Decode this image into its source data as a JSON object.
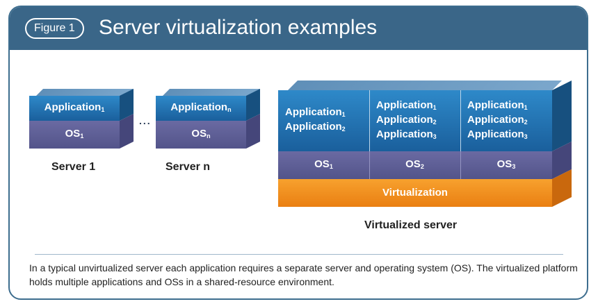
{
  "header": {
    "badge": "Figure 1",
    "title": "Server virtualization examples"
  },
  "server1": {
    "app": "Application",
    "app_sub": "1",
    "os": "OS",
    "os_sub": "1",
    "label": "Server 1"
  },
  "ellipsis": "...",
  "server_n": {
    "app": "Application",
    "app_sub": "n",
    "os": "OS",
    "os_sub": "n",
    "label": "Server n"
  },
  "virtualized": {
    "columns": [
      {
        "apps": [
          {
            "text": "Application",
            "sub": "1"
          },
          {
            "text": "Application",
            "sub": "2"
          }
        ],
        "os": "OS",
        "os_sub": "1"
      },
      {
        "apps": [
          {
            "text": "Application",
            "sub": "1"
          },
          {
            "text": "Application",
            "sub": "2"
          },
          {
            "text": "Application",
            "sub": "3"
          }
        ],
        "os": "OS",
        "os_sub": "2"
      },
      {
        "apps": [
          {
            "text": "Application",
            "sub": "1"
          },
          {
            "text": "Application",
            "sub": "2"
          },
          {
            "text": "Application",
            "sub": "3"
          }
        ],
        "os": "OS",
        "os_sub": "3"
      }
    ],
    "layer": "Virtualization",
    "label": "Virtualized server"
  },
  "caption": "In a typical unvirtualized server each application requires a separate server and operating system (OS). The virtualized platform holds multiple applications and OSs in a shared-resource environment.",
  "colors": {
    "banner": "#3a6688",
    "application": "#1f6fb0",
    "os": "#5c5c94",
    "virtualization": "#f08a1c"
  }
}
